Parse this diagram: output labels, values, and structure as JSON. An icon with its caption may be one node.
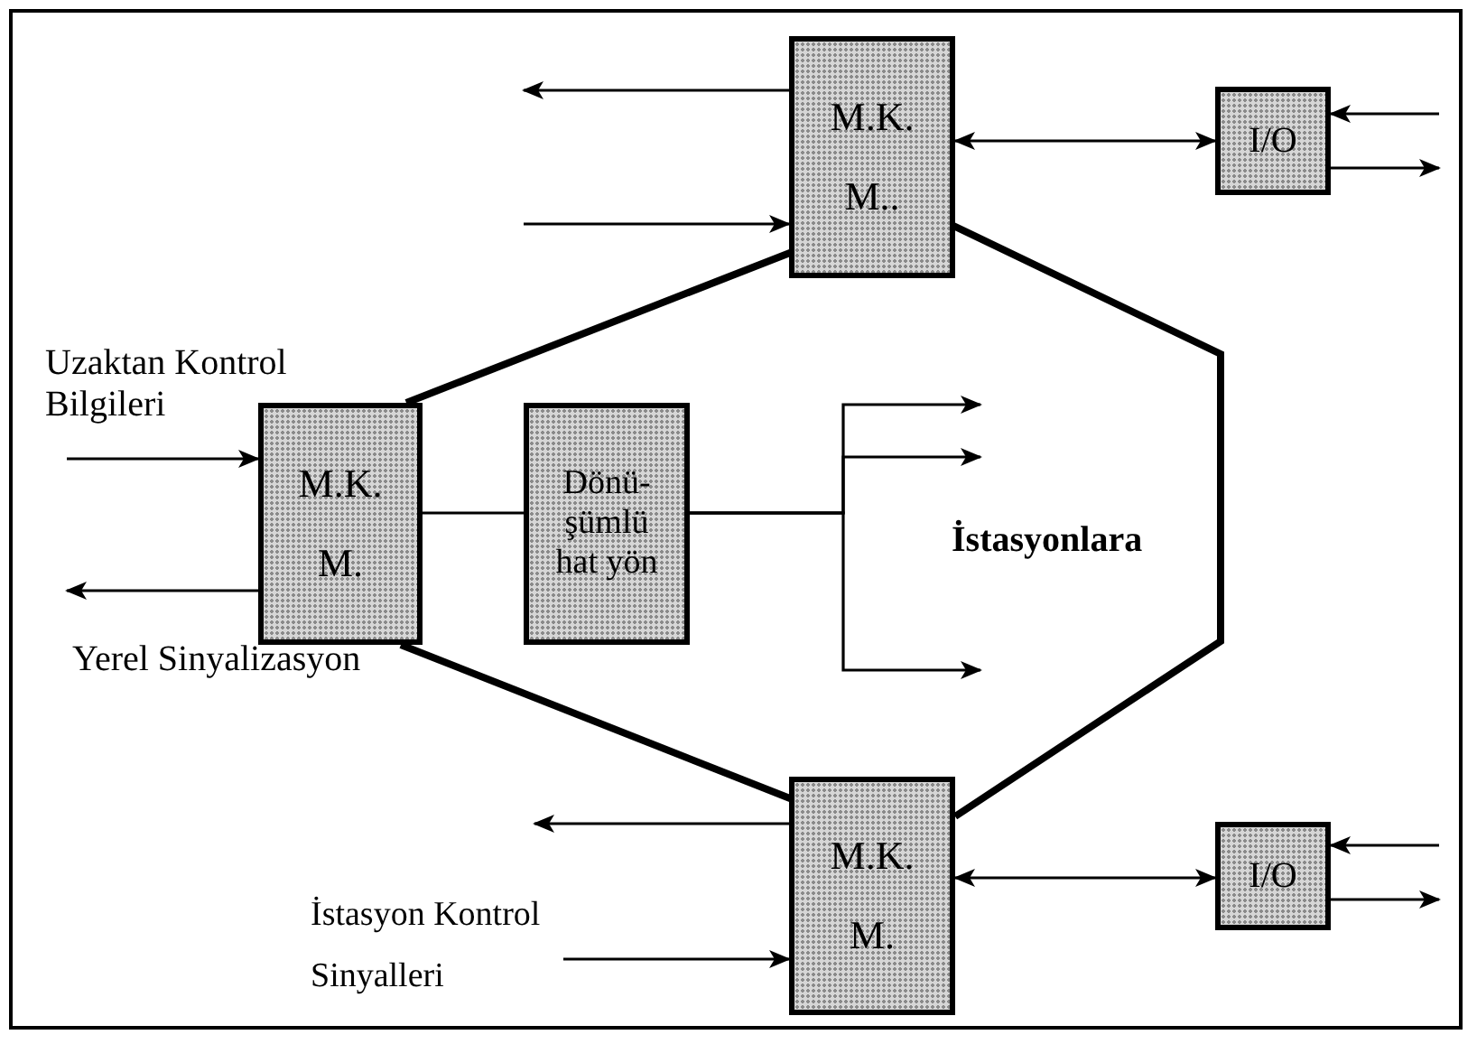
{
  "diagram": {
    "nodes": [
      {
        "text": [
          "M.K. M.."
        ]
      },
      {
        "text": [
          "I/O"
        ]
      },
      {
        "text": [
          "M.K. M."
        ]
      },
      {
        "text": [
          "Dönü- şümlü hat yön"
        ]
      },
      {
        "text": [
          "M.K. M."
        ]
      },
      {
        "text": [
          "I/O"
        ]
      },
      {
        "text": [
          "İstasyon Kontrol Sinyalleri"
        ]
      }
    ],
    "edges": [
      {
        "from": 0,
        "to": null,
        "arrow": "to"
      },
      {
        "from": null,
        "to": 0,
        "arrow": "to"
      },
      {
        "from": 0,
        "to": 1,
        "arrow": "both"
      },
      {
        "from": null,
        "to": 1,
        "arrow": "to"
      },
      {
        "from": 1,
        "to": null,
        "arrow": "to"
      },
      {
        "from": 2,
        "to": 0,
        "arrow": "none",
        "style": "thick"
      },
      {
        "from": 0,
        "to": 4,
        "arrow": "none",
        "style": "thick"
      },
      {
        "from": 2,
        "to": 4,
        "arrow": "none",
        "style": "thick"
      },
      {
        "from": null,
        "to": 2,
        "arrow": "to"
      },
      {
        "from": 2,
        "to": null,
        "arrow": "to"
      },
      {
        "from": 2,
        "to": 3,
        "arrow": "none"
      },
      {
        "from": 3,
        "to": null,
        "arrow": "to"
      },
      {
        "from": 3,
        "to": null,
        "arrow": "to"
      },
      {
        "from": 3,
        "to": null,
        "arrow": "to"
      },
      {
        "from": 4,
        "to": null,
        "arrow": "to"
      },
      {
        "from": 6,
        "to": 4,
        "arrow": "to"
      },
      {
        "from": 4,
        "to": 5,
        "arrow": "both"
      },
      {
        "from": null,
        "to": 5,
        "arrow": "to"
      },
      {
        "from": 5,
        "to": null,
        "arrow": "to"
      }
    ],
    "labels": [
      "Uzaktan Kontrol Bilgileri",
      "Yerel Sinyalizasyon",
      "İstasyonlara"
    ]
  }
}
